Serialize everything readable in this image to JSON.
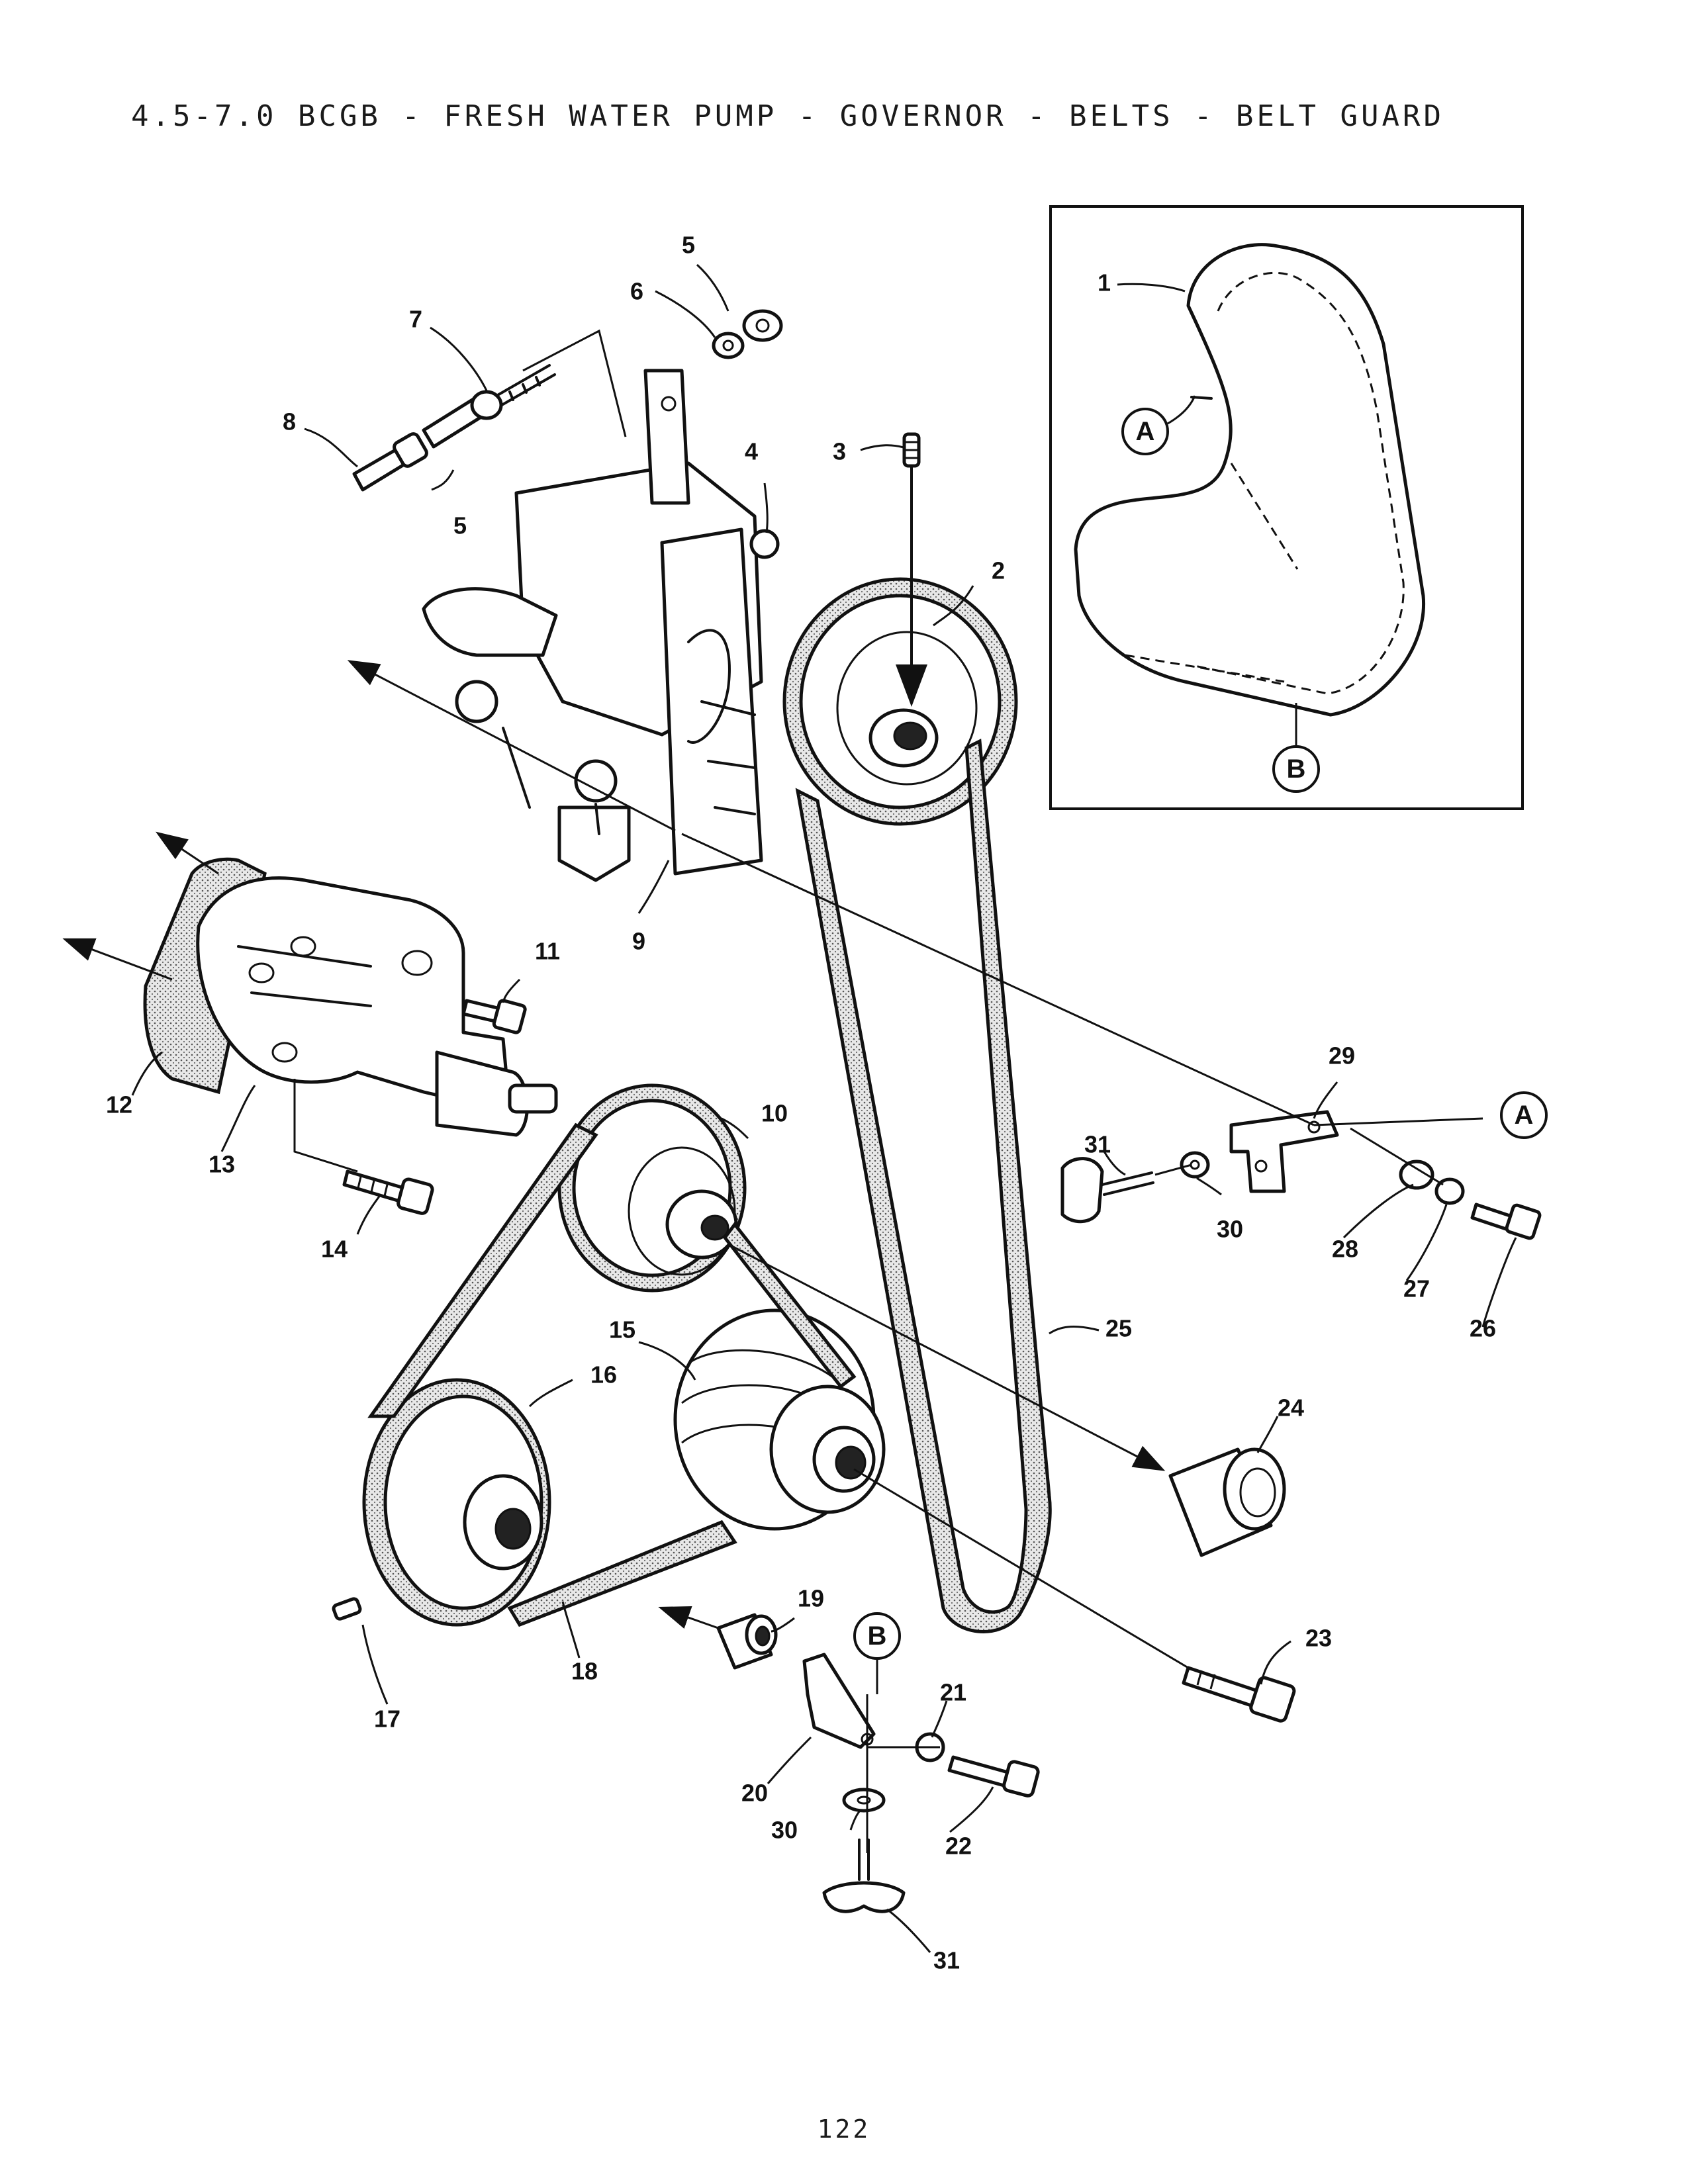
{
  "title": "4.5-7.0 BCGB - FRESH WATER PUMP - GOVERNOR - BELTS - BELT GUARD",
  "page_number": "122",
  "inset_refs": {
    "a": "A",
    "b": "B"
  },
  "callouts": {
    "c1": "1",
    "c2": "2",
    "c3": "3",
    "c4": "4",
    "c5a": "5",
    "c5b": "5",
    "c6": "6",
    "c7": "7",
    "c8": "8",
    "c9": "9",
    "c10": "10",
    "c11": "11",
    "c12": "12",
    "c13": "13",
    "c14": "14",
    "c15": "15",
    "c16": "16",
    "c17": "17",
    "c18": "18",
    "c19": "19",
    "c20": "20",
    "c21": "21",
    "c22": "22",
    "c23": "23",
    "c24": "24",
    "c25": "25",
    "c26": "26",
    "c27": "27",
    "c28": "28",
    "c29": "29",
    "c30a": "30",
    "c30b": "30",
    "c31a": "31",
    "c31b": "31"
  },
  "detail_refs": {
    "a": "A",
    "b": "B"
  }
}
